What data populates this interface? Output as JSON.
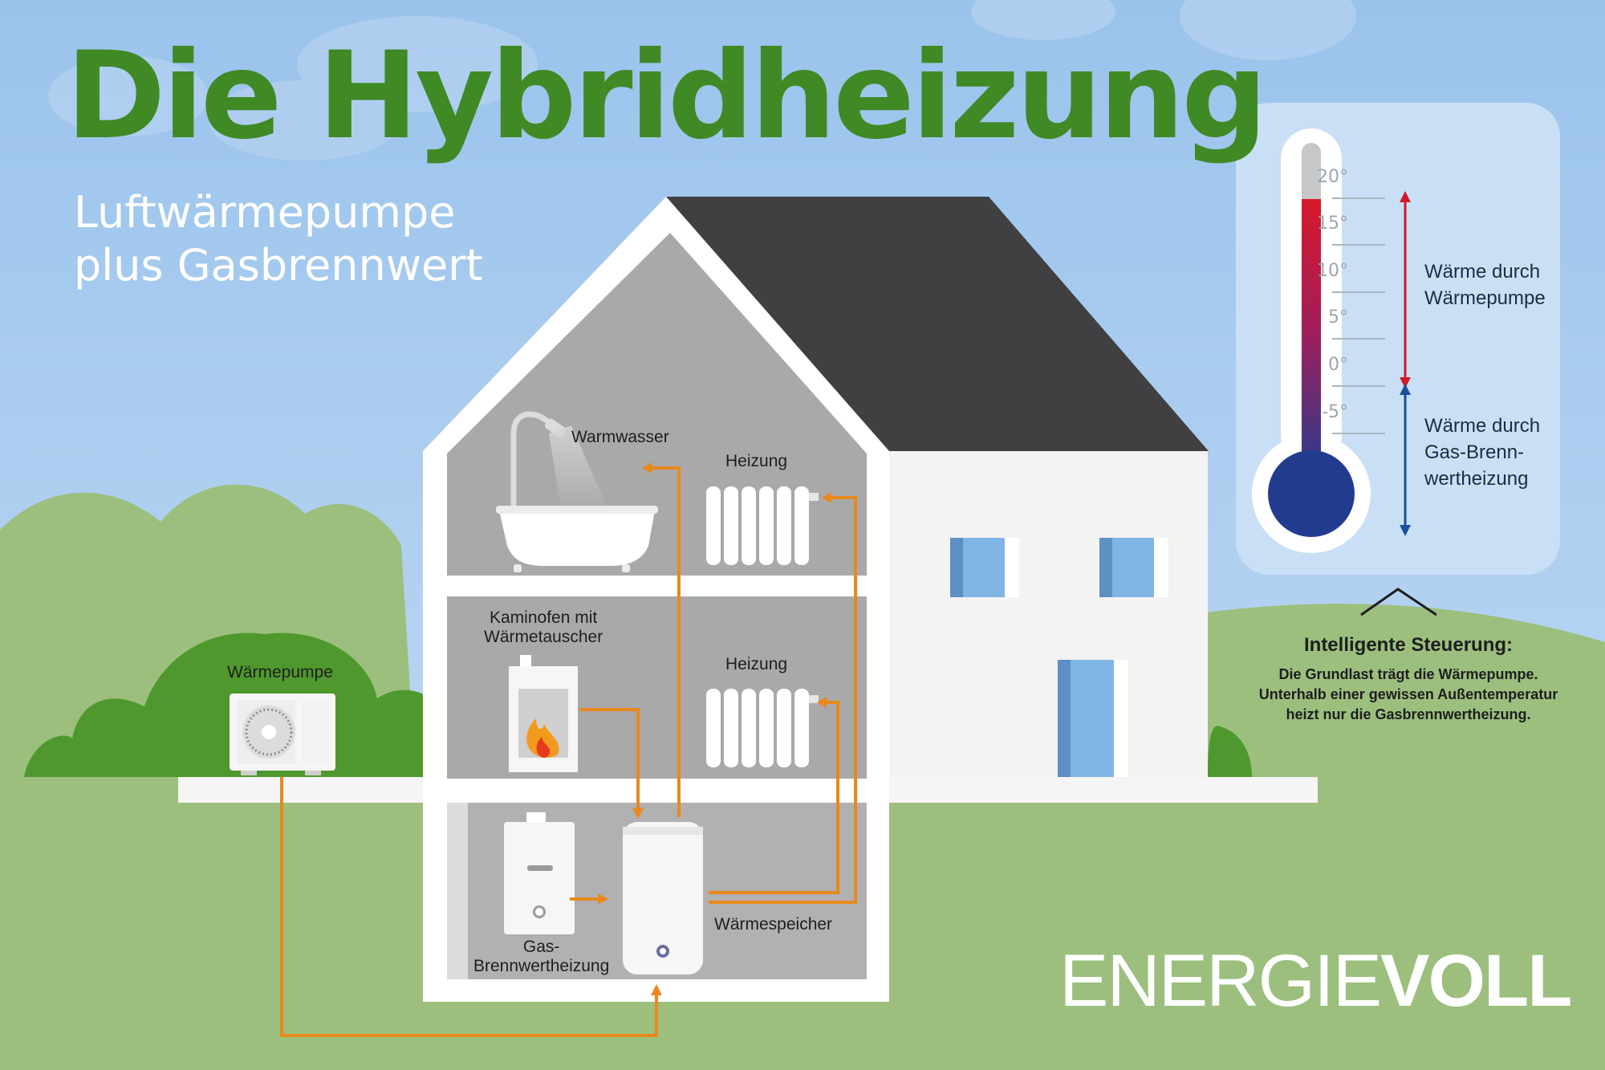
{
  "title": "Die Hybridheizung",
  "subtitle": {
    "line1": "Luftwärmepumpe",
    "line2": "plus Gasbrennwert"
  },
  "labels": {
    "warmwasser": "Warmwasser",
    "heizung_top": "Heizung",
    "kaminofen_line1": "Kaminofen mit",
    "kaminofen_line2": "Wärmetauscher",
    "heizung_mid": "Heizung",
    "waermepumpe": "Wärmepumpe",
    "gas_line1": "Gas-",
    "gas_line2": "Brennwertheizung",
    "waermespeicher": "Wärmespeicher"
  },
  "thermometer": {
    "ticks": [
      "20°",
      "15°",
      "10°",
      "5°",
      "0°",
      "-5°"
    ],
    "upper_line1": "Wärme durch",
    "upper_line2": "Wärmepumpe",
    "lower_line1": "Wärme durch",
    "lower_line2": "Gas-Brenn-",
    "lower_line3": "wertheizung"
  },
  "control": {
    "title": "Intelligente Steuerung:",
    "line1": "Die Grundlast trägt die Wärmepumpe.",
    "line2": "Unterhalb einer gewissen Außentemperatur",
    "line3": "heizt nur die Gasbrennwertheizung."
  },
  "brand": {
    "part1": "ENERGIE",
    "part2": "VOLL"
  },
  "colors": {
    "title_green": "#3f8a25",
    "flow_orange": "#e8891c",
    "roof": "#404042",
    "warm_red": "#d11a2a",
    "cold_blue": "#1a4f9c"
  }
}
